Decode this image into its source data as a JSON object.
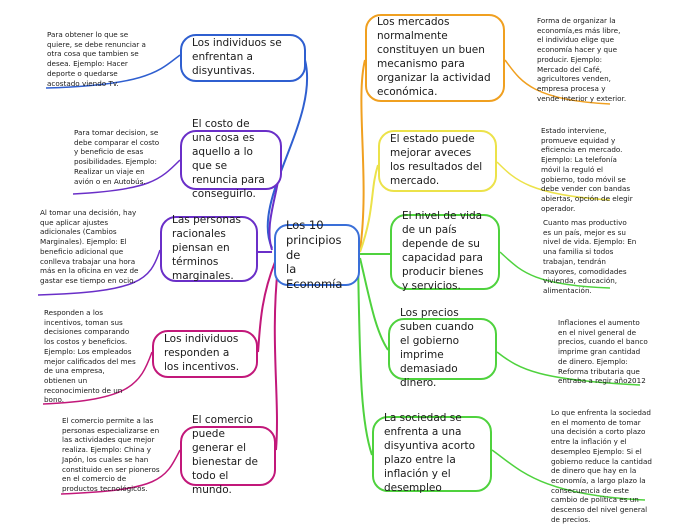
{
  "center": {
    "label": "Los 10\nprincipios de\nla Economía"
  },
  "colors": {
    "blue": "#2f5fd0",
    "purple": "#6a2fc8",
    "magenta": "#c2187a",
    "orange": "#f0a020",
    "yellow": "#ece24a",
    "green": "#4fd23e"
  },
  "left_nodes": [
    {
      "label": "Los individuos se enfrentan a disyuntivas.",
      "note": "Para obtener lo que se quiere, se debe renunciar a otra cosa que tambien se desea. Ejemplo: Hacer deporte o quedarse acostado viendo Tv."
    },
    {
      "label": "El costo de una cosa es aquello a lo que se renuncia para conseguirlo.",
      "note": "Para tomar decision, se debe comparar el costo y beneficio de esas posibilidades. Ejemplo: Realizar un viaje en avión o en Autobús."
    },
    {
      "label": "Las personas racionales piensan en términos marginales.",
      "note": "Al tomar una decisión, hay que aplicar ajustes adicionales (Cambios Marginales). Ejemplo: El beneficio adicional que conlleva trabajar una hora más en la oficina en vez de gastar ese tiempo en ocio."
    },
    {
      "label": "Los individuos responden a los incentivos.",
      "note": "Responden a los incentivos, toman sus decisiones comparando los costos y beneficios. Ejemplo: Los empleados mejor calificados del mes de una empresa, obtienen un reconocimiento de un bono."
    },
    {
      "label": "El comercio puede generar el bienestar de todo el mundo.",
      "note": "El comercio permite a las personas especializarse en las actividades que mejor realiza. Ejemplo: China y Japón, los cuales se han constituido en ser pioneros en el comercio de productos tecnológicos."
    }
  ],
  "right_nodes": [
    {
      "label": "Los mercados normalmente constituyen un buen mecanismo para organizar la actividad económica.",
      "note": "Forma de organizar la economía,es más libre, el individuo elige que economía hacer y que producir. Ejemplo: Mercado del Café, agricultores venden, empresa procesa y vende interior y exterior."
    },
    {
      "label": "El estado puede mejorar aveces los resultados del mercado.",
      "note": "Estado interviene, promueve equidad y eficiencia en mercado. Ejemplo: La telefonía móvil la reguló el gobierno, todo móvil se debe vender con bandas abiertas, opción de elegir operador."
    },
    {
      "label": "El nivel de vida de un país depende de su capacidad para producir bienes y servicios.",
      "note": "Cuanto mas productivo es un país, mejor es su nivel de vida. Ejemplo: En una familia si todos trabajan, tendrán mayores, comodidades vivienda, educación, alimentación."
    },
    {
      "label": "Los precios suben cuando el gobierno imprime demasiado dinero.",
      "note": "Inflaciones el aumento en el nivel general de precios, cuando el banco imprime gran cantidad de dinero. Ejemplo: Reforma tributaria que entraba a regir año2012"
    },
    {
      "label": "La sociedad se enfrenta a una disyuntiva acorto plazo entre la inflación y el desempleo",
      "note": "Lo que enfrenta la sociedad en el momento de tomar una decisión a corto plazo entre la inflación y el desempleo Ejemplo: Si el gobierno reduce la cantidad de dinero que hay en la economía, a largo plazo la consecuencia de este cambio de política es un descenso del nivel general de precios."
    }
  ]
}
